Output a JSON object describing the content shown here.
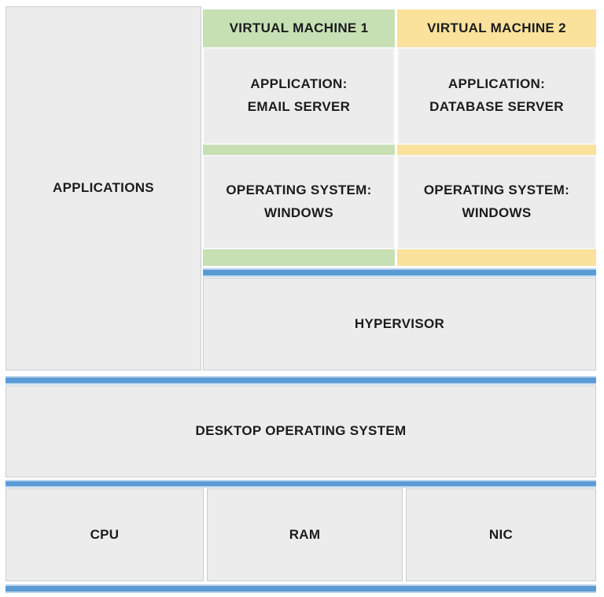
{
  "diagram": {
    "applications_label": "APPLICATIONS",
    "vms": [
      {
        "title": "VIRTUAL MACHINE 1",
        "app_line1": "APPLICATION:",
        "app_line2": "EMAIL SERVER",
        "os_line1": "OPERATING SYSTEM:",
        "os_line2": "WINDOWS",
        "accent_color": "#c6e0b4"
      },
      {
        "title": "VIRTUAL MACHINE 2",
        "app_line1": "APPLICATION:",
        "app_line2": "DATABASE SERVER",
        "os_line1": "OPERATING SYSTEM:",
        "os_line2": "WINDOWS",
        "accent_color": "#fae29c"
      }
    ],
    "hypervisor_label": "HYPERVISOR",
    "desktop_os_label": "DESKTOP OPERATING SYSTEM",
    "hardware": [
      {
        "label": "CPU"
      },
      {
        "label": "RAM"
      },
      {
        "label": "NIC"
      }
    ],
    "colors": {
      "vm1_green": "#c6e0b4",
      "vm2_yellow": "#fae29c",
      "layer_bar_blue": "#5b9bd5",
      "box_gray": "#ececec",
      "text": "#1c1c1c"
    }
  }
}
